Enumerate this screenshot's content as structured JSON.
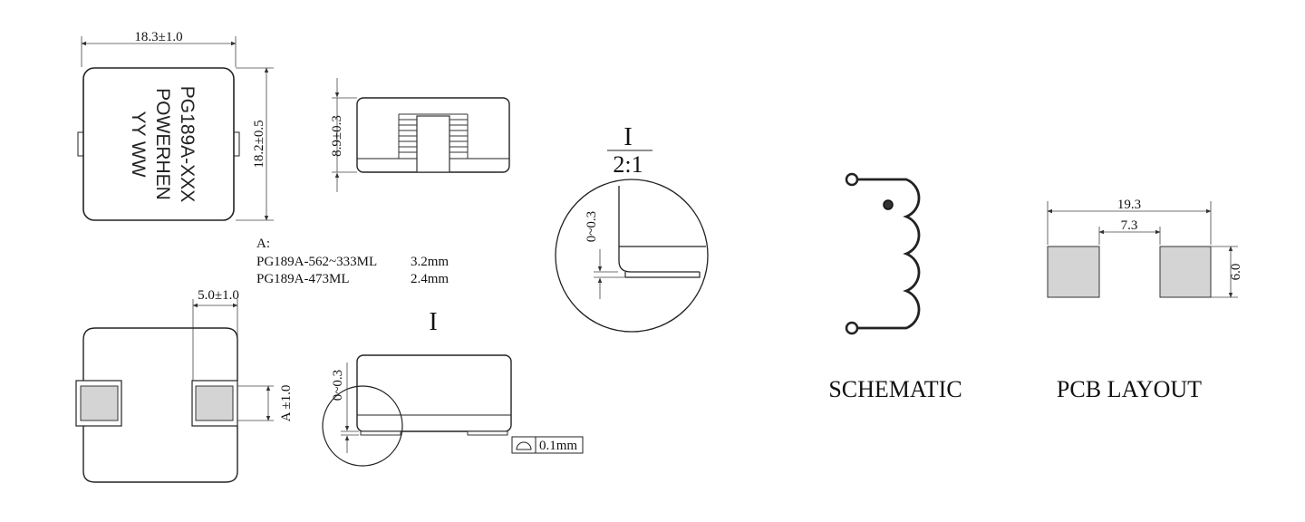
{
  "top_view": {
    "width_dim": "18.3±1.0",
    "height_dim": "18.2±0.5",
    "marking_lines": [
      "PG189A-XXX",
      "POWERHEN",
      "YY WW"
    ]
  },
  "side_view": {
    "height_dim": "8.9±0.3"
  },
  "variants": {
    "header": "A:",
    "rows": [
      {
        "part": "PG189A-562~333ML",
        "value": "3.2mm"
      },
      {
        "part": "PG189A-473ML",
        "value": "2.4mm"
      }
    ]
  },
  "bottom_view": {
    "pad_width_dim": "5.0±1.0",
    "pad_height_dim": "A ±1.0"
  },
  "side_view_2": {
    "label": "I",
    "gap_dim": "0~0.3",
    "flatness_value": "0.1mm"
  },
  "detail": {
    "label": "I",
    "scale": "2:1",
    "gap_dim": "0~0.3"
  },
  "schematic": {
    "label": "SCHEMATIC"
  },
  "pcb_layout": {
    "label": "PCB LAYOUT",
    "overall_dim": "19.3",
    "gap_dim": "7.3",
    "pad_height_dim": "6.0"
  }
}
